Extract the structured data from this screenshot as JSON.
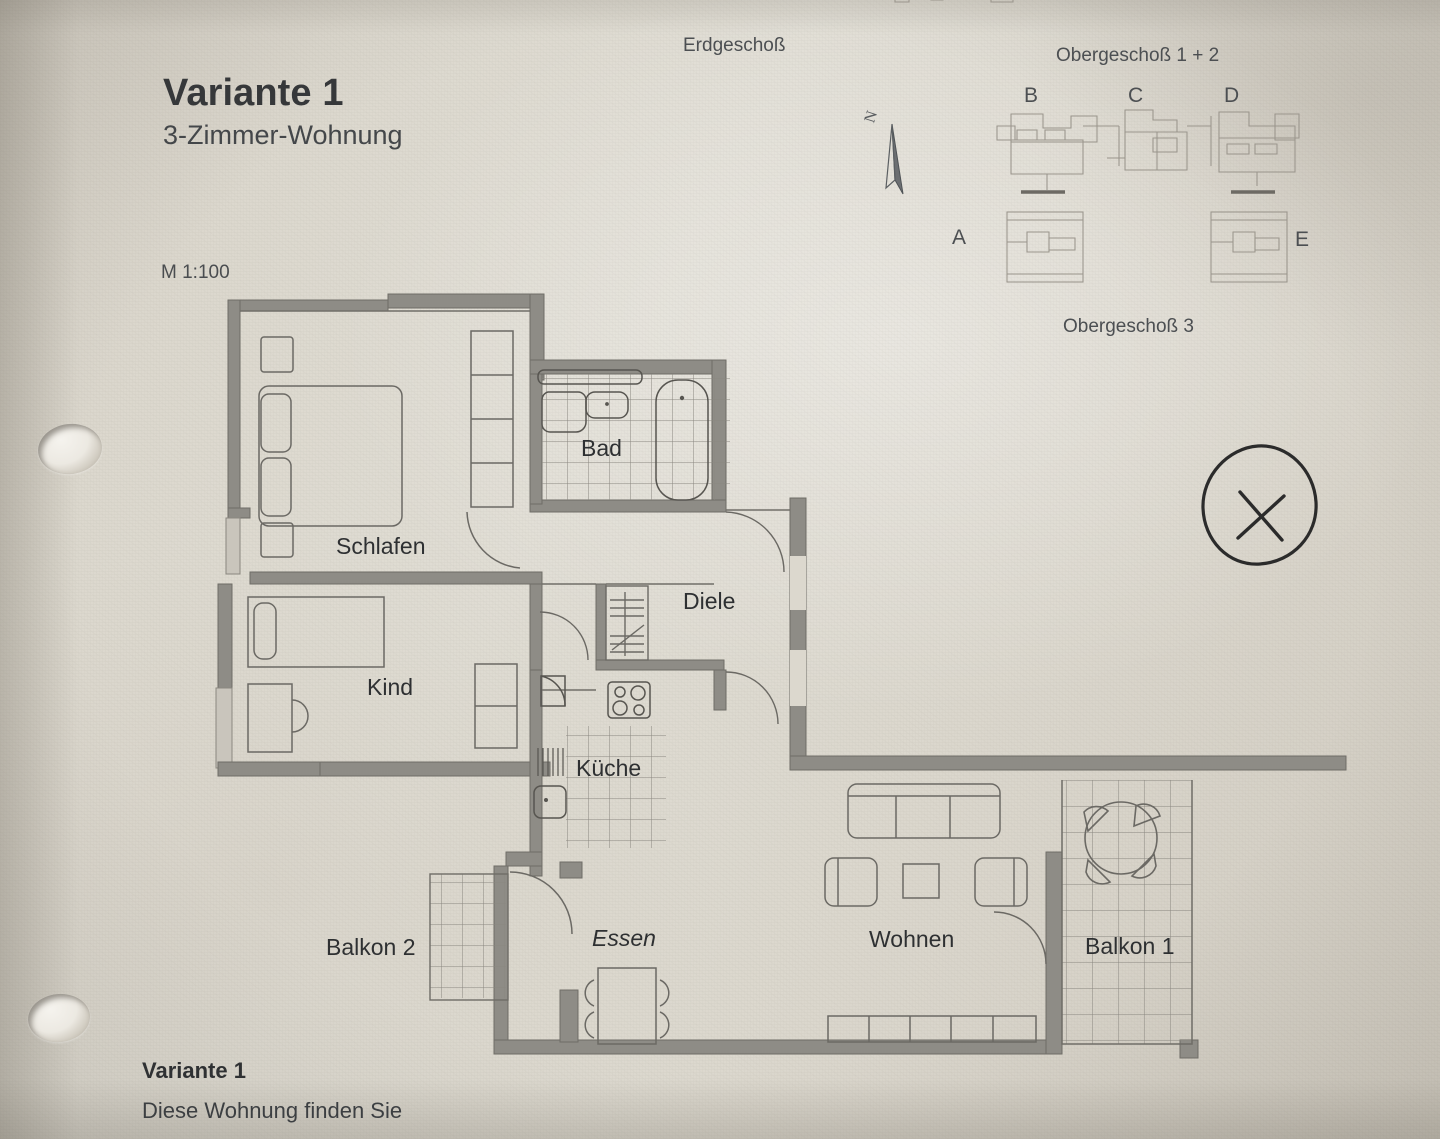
{
  "document": {
    "title_main": "Variante 1",
    "title_sub": "3-Zimmer-Wohnung",
    "scale": "M 1:100",
    "footer_title": "Variante 1",
    "footer_line": "Diese Wohnung finden Sie",
    "paper_color": "#dbd7cd",
    "ink_color": "#3a3a3a",
    "wall_color": "#8d8b85"
  },
  "overview": {
    "floor_captions": {
      "ground": "Erdgeschoß",
      "upper_1_2": "Obergeschoß 1 + 2",
      "upper_3": "Obergeschoß 3"
    },
    "building_letters": [
      "A",
      "B",
      "C",
      "D",
      "E"
    ],
    "compass": {
      "icon": "north-arrow-icon",
      "label": "N"
    },
    "hand_mark": {
      "icon": "circled-x-mark-icon",
      "label": "X"
    }
  },
  "floorplan": {
    "rooms": [
      {
        "id": "bad",
        "label": "Bad",
        "style": "normal"
      },
      {
        "id": "schlafen",
        "label": "Schlafen",
        "style": "normal"
      },
      {
        "id": "diele",
        "label": "Diele",
        "style": "normal"
      },
      {
        "id": "kind",
        "label": "Kind",
        "style": "normal"
      },
      {
        "id": "kueche",
        "label": "Küche",
        "style": "normal"
      },
      {
        "id": "essen",
        "label": "Essen",
        "style": "italic"
      },
      {
        "id": "wohnen",
        "label": "Wohnen",
        "style": "normal"
      },
      {
        "id": "balkon1",
        "label": "Balkon 1",
        "style": "normal"
      },
      {
        "id": "balkon2",
        "label": "Balkon 2",
        "style": "normal"
      }
    ],
    "fixtures": {
      "bad": [
        "toilet-icon",
        "washbasin-icon",
        "bathtub-icon",
        "tiled-floor"
      ],
      "kueche": [
        "stove-icon",
        "sink-icon",
        "radiator-icon",
        "tiled-floor"
      ],
      "schlafen": [
        "double-bed-icon",
        "nightstand-icon",
        "wardrobe-icon"
      ],
      "kind": [
        "single-bed-icon",
        "desk-icon",
        "chair-icon",
        "cabinet-icon"
      ],
      "diele": [
        "closet-icon"
      ],
      "essen": [
        "dining-table-icon",
        "chair-icon"
      ],
      "wohnen": [
        "sofa-icon",
        "armchair-icon",
        "coffee-table-icon",
        "sideboard-icon"
      ],
      "balkon1": [
        "round-table-icon",
        "chair-icon",
        "tiled-floor"
      ],
      "balkon2": [
        "tiled-floor"
      ]
    }
  }
}
